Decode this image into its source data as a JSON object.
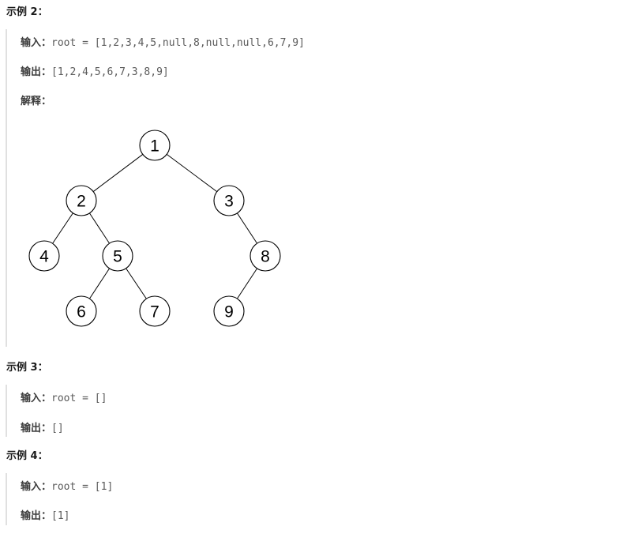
{
  "ex2": {
    "heading": "示例 2：",
    "input_label": "输入：",
    "input_value": "root = [1,2,3,4,5,null,8,null,null,6,7,9]",
    "output_label": "输出：",
    "output_value": "[1,2,4,5,6,7,3,8,9]",
    "explain_label": "解释："
  },
  "tree": {
    "nodes": [
      {
        "id": "1",
        "label": "1"
      },
      {
        "id": "2",
        "label": "2"
      },
      {
        "id": "3",
        "label": "3"
      },
      {
        "id": "4",
        "label": "4"
      },
      {
        "id": "5",
        "label": "5"
      },
      {
        "id": "8",
        "label": "8"
      },
      {
        "id": "6",
        "label": "6"
      },
      {
        "id": "7",
        "label": "7"
      },
      {
        "id": "9",
        "label": "9"
      }
    ],
    "edges": [
      [
        "1",
        "2"
      ],
      [
        "1",
        "3"
      ],
      [
        "2",
        "4"
      ],
      [
        "2",
        "5"
      ],
      [
        "3",
        "8"
      ],
      [
        "5",
        "6"
      ],
      [
        "5",
        "7"
      ],
      [
        "8",
        "9"
      ]
    ]
  },
  "ex3": {
    "heading": "示例 3：",
    "input_label": "输入：",
    "input_value": "root = []",
    "output_label": "输出：",
    "output_value": "[]"
  },
  "ex4": {
    "heading": "示例 4：",
    "input_label": "输入：",
    "input_value": "root = [1]",
    "output_label": "输出：",
    "output_value": "[1]"
  }
}
